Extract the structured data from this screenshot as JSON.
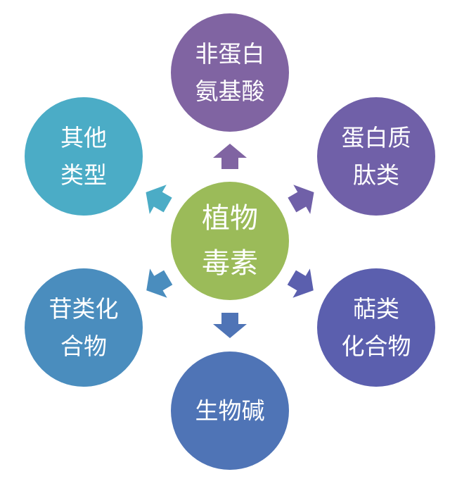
{
  "center": {
    "lines": [
      "植物",
      "毒素"
    ],
    "color": "#9bbb59"
  },
  "nodes": [
    {
      "id": "non-protein-amino-acid",
      "lines": [
        "非蛋白",
        "氨基酸"
      ],
      "color": "#8064a2"
    },
    {
      "id": "protein-peptide",
      "lines": [
        "蛋白质",
        "肽类"
      ],
      "color": "#7060a8"
    },
    {
      "id": "terpenoid",
      "lines": [
        "萜类",
        "化合物"
      ],
      "color": "#5b5fae"
    },
    {
      "id": "alkaloid",
      "lines": [
        "生物碱"
      ],
      "color": "#4f74b6"
    },
    {
      "id": "glycoside",
      "lines": [
        "苷类化",
        "合物"
      ],
      "color": "#4a8dbe"
    },
    {
      "id": "other",
      "lines": [
        "其他",
        "类型"
      ],
      "color": "#4bacc6"
    }
  ],
  "arrow_colors": [
    "#8064a2",
    "#7060a8",
    "#5b5fae",
    "#4f74b6",
    "#4a8dbe",
    "#4bacc6"
  ]
}
